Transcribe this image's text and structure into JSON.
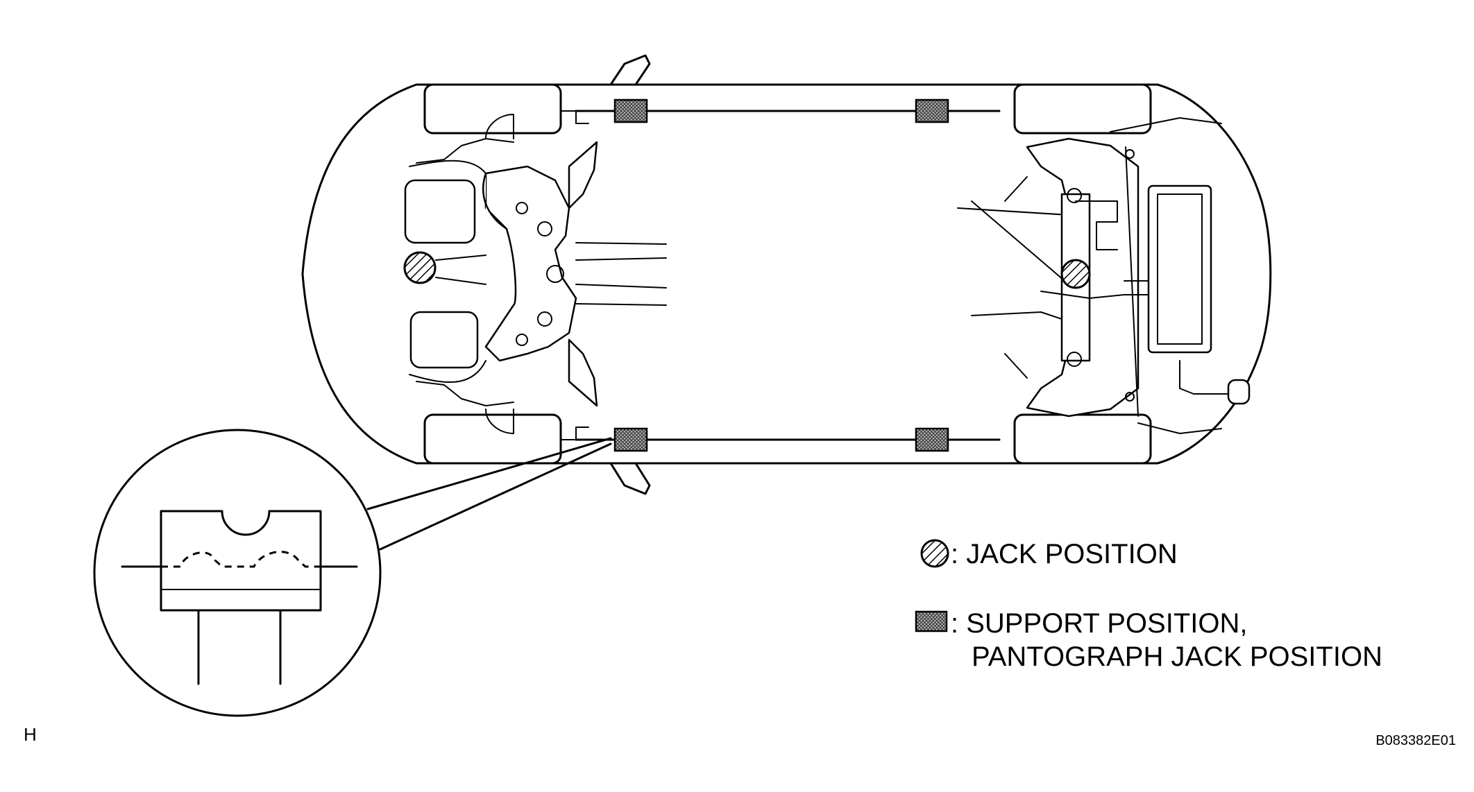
{
  "legend": {
    "jack_label": ": JACK POSITION",
    "support_label_line1": ": SUPPORT POSITION,",
    "support_label_line2": "PANTOGRAPH JACK POSITION"
  },
  "corner_letter": "H",
  "figure_id": "B083382E01",
  "icons": {
    "jack": "hatched-circle-icon",
    "support": "crosshatched-rectangle-icon"
  },
  "colors": {
    "line": "#000000",
    "background": "#ffffff"
  }
}
